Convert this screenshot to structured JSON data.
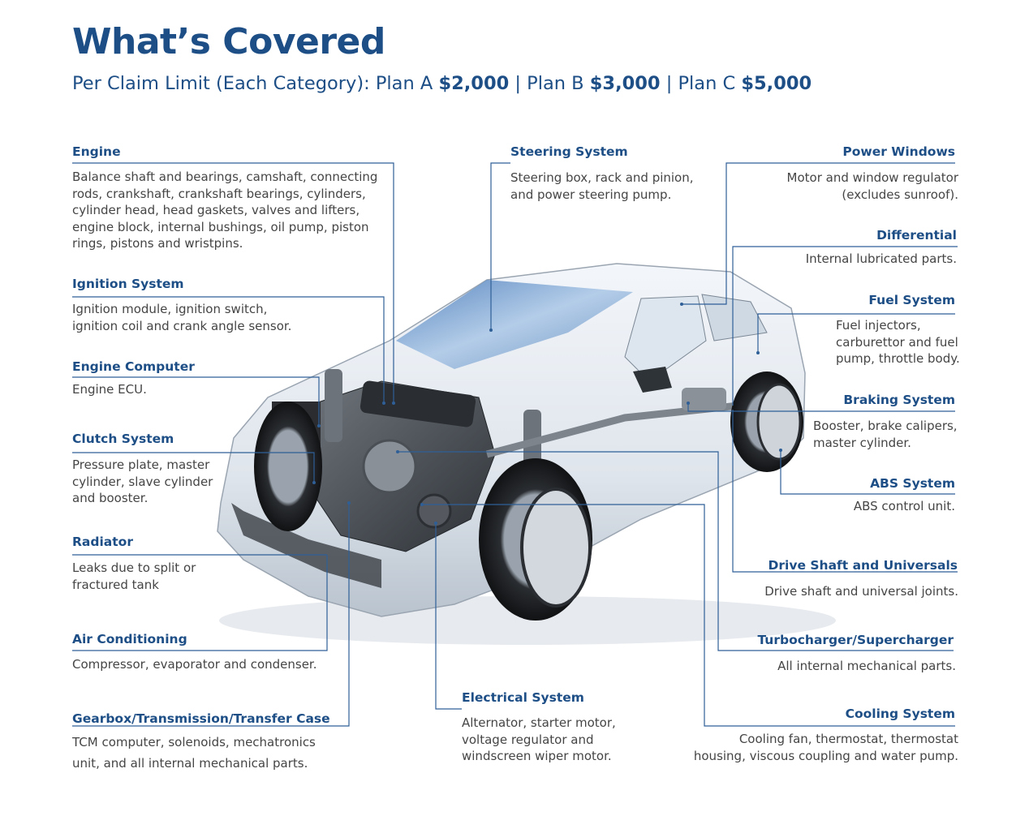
{
  "header": {
    "title": "What’s Covered",
    "subtitle_prefix": "Per Claim Limit (Each Category): Plan A ",
    "plan_a_amount": "$2,000",
    "sep_b": " | Plan B ",
    "plan_b_amount": "$3,000",
    "sep_c": " | Plan C ",
    "plan_c_amount": "$5,000"
  },
  "colors": {
    "brand_blue": "#1d4e86",
    "body_text": "#454545",
    "leader_line": "#2f5f97"
  },
  "categories": {
    "engine": {
      "heading": "Engine",
      "lines": [
        "Balance shaft and bearings, camshaft, connecting",
        "rods, crankshaft, crankshaft bearings, cylinders,",
        "cylinder head, head gaskets, valves and lifters,",
        "engine block, internal bushings, oil pump, piston",
        "rings, pistons and wristpins."
      ]
    },
    "ignition": {
      "heading": "Ignition System",
      "lines": [
        "Ignition module, ignition switch,",
        "ignition coil and crank angle sensor."
      ]
    },
    "engine_computer": {
      "heading": "Engine Computer",
      "lines": [
        "Engine ECU."
      ]
    },
    "clutch": {
      "heading": "Clutch System",
      "lines": [
        "Pressure plate, master",
        "cylinder, slave cylinder",
        "and booster."
      ]
    },
    "radiator": {
      "heading": "Radiator",
      "lines": [
        "Leaks due to split or",
        "fractured tank"
      ]
    },
    "air_conditioning": {
      "heading": "Air Conditioning",
      "lines": [
        "Compressor, evaporator and condenser."
      ]
    },
    "gearbox": {
      "heading": "Gearbox/Transmission/Transfer Case",
      "lines": [
        "TCM computer, solenoids, mechatronics",
        "unit, and all internal mechanical parts."
      ]
    },
    "steering": {
      "heading": "Steering System",
      "lines": [
        "Steering box, rack and pinion,",
        "and power steering pump."
      ]
    },
    "electrical": {
      "heading": "Electrical System",
      "lines": [
        "Alternator, starter motor,",
        "voltage regulator and",
        "windscreen wiper motor."
      ]
    },
    "power_windows": {
      "heading": "Power Windows",
      "lines": [
        "Motor and window regulator",
        "(excludes sunroof)."
      ]
    },
    "differential": {
      "heading": "Differential",
      "lines": [
        "Internal lubricated parts."
      ]
    },
    "fuel": {
      "heading": "Fuel System",
      "lines": [
        "Fuel injectors,",
        "carburettor and fuel",
        "pump, throttle body."
      ]
    },
    "braking": {
      "heading": "Braking System",
      "lines": [
        "Booster, brake calipers,",
        "master cylinder."
      ]
    },
    "abs": {
      "heading": "ABS System",
      "lines": [
        "ABS control unit."
      ]
    },
    "drive_shaft": {
      "heading": "Drive Shaft and Universals",
      "lines": [
        "Drive shaft and universal joints."
      ]
    },
    "turbo": {
      "heading": "Turbocharger/Supercharger",
      "lines": [
        "All internal mechanical parts."
      ]
    },
    "cooling": {
      "heading": "Cooling System",
      "lines": [
        "Cooling fan, thermostat, thermostat",
        "housing, viscous coupling and water pump."
      ]
    }
  }
}
